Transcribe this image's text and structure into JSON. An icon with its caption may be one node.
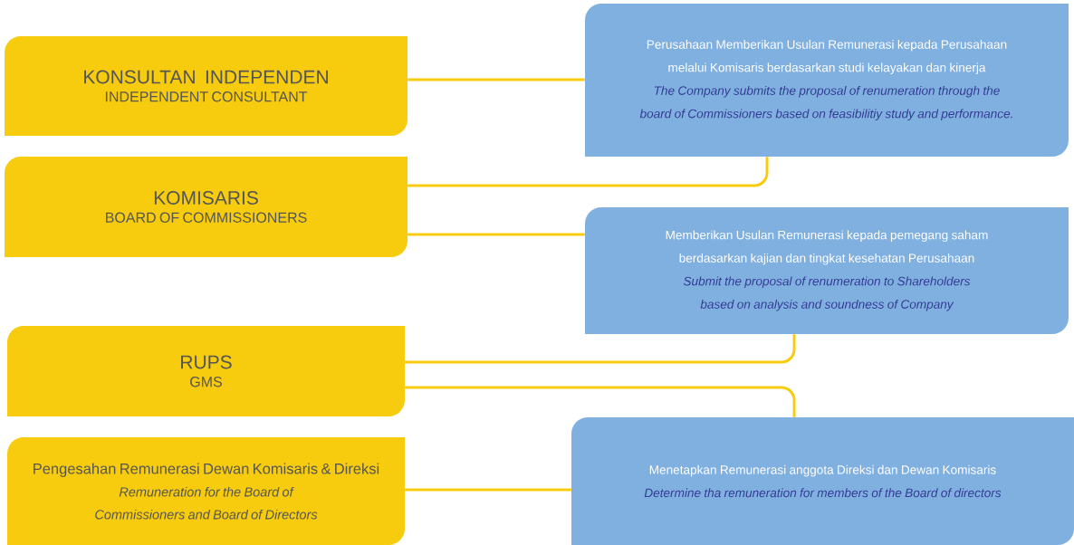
{
  "diagram": {
    "nodes": [
      {
        "text": [
          "KONSULTAN INDEPENDEN",
          "INDEPENDENT CONSULTANT"
        ]
      },
      {
        "text": [
          "Perusahaan Memberikan Usulan Remunerasi kepada Perusahaan melalui Komisaris berdasarkan studi kelayakan dan kinerja",
          "The Company submits the proposal of renumeration through the board of Commissioners based on feasibilitiy study and performance."
        ]
      },
      {
        "text": [
          "KOMISARIS",
          "BOARD OF COMMISSIONERS"
        ]
      },
      {
        "text": [
          "Memberikan Usulan Remunerasi kepada pemegang saham berdasarkan kajian dan tingkat kesehatan Perusahaan",
          "Submit the proposal of renumeration to Shareholders based on analysis and soundness of Company"
        ]
      },
      {
        "text": [
          "RUPS",
          "GMS"
        ]
      },
      {
        "text": [
          "Menetapkan Remunerasi anggota Direksi dan Dewan Komisaris",
          "Determine tha remuneration for members of the Board of directors"
        ]
      },
      {
        "text": [
          "Pengesahan Remunerasi Dewan Komisaris & Direksi",
          "Remuneration for the Board of Commissioners and  Board of Directors"
        ]
      }
    ],
    "edges": [
      {
        "from": 0,
        "to": 1,
        "arrow": "none"
      },
      {
        "from": 1,
        "to": 2,
        "arrow": "none"
      },
      {
        "from": 2,
        "to": 3,
        "arrow": "none"
      },
      {
        "from": 3,
        "to": 4,
        "arrow": "none"
      },
      {
        "from": 4,
        "to": 5,
        "arrow": "none"
      },
      {
        "from": 5,
        "to": 6,
        "arrow": "none"
      }
    ]
  }
}
